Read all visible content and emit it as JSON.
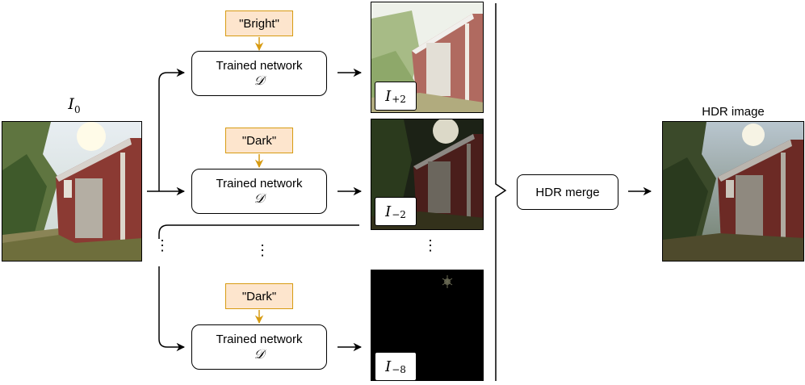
{
  "input": {
    "symbol": "I",
    "subscript": "0"
  },
  "branches": [
    {
      "prompt": "\"Bright\"",
      "network": "Trained network",
      "network_symbol": "𝒟",
      "output_symbol": "I",
      "output_subscript": "+2"
    },
    {
      "prompt": "\"Dark\"",
      "network": "Trained network",
      "network_symbol": "𝒟",
      "output_symbol": "I",
      "output_subscript": "−2"
    },
    {
      "prompt": "\"Dark\"",
      "network": "Trained network",
      "network_symbol": "𝒟",
      "output_symbol": "I",
      "output_subscript": "−8"
    }
  ],
  "ellipsis": "⋮",
  "merge": {
    "label": "HDR merge"
  },
  "result": {
    "label": "HDR image"
  },
  "colors": {
    "prompt_fill": "#fde5cd",
    "prompt_border": "#d79b12",
    "stroke": "#000000"
  }
}
